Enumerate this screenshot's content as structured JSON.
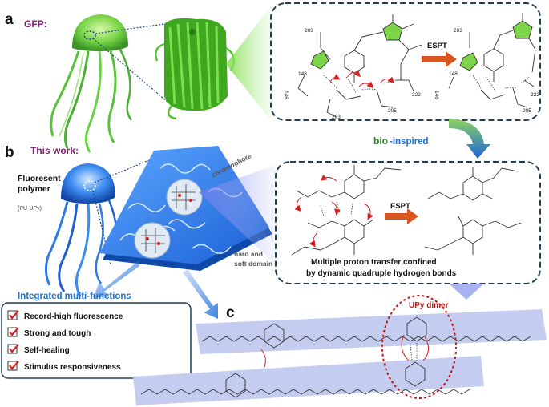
{
  "panels": {
    "a": "a",
    "b": "b",
    "c": "c"
  },
  "labels": {
    "gfp": "GFP:",
    "this_work": "This work:",
    "polymer_line1": "Fluoresent",
    "polymer_line2": "polymer",
    "polymer_abbr": "(PU-UPy)",
    "chromophore": "chromophore",
    "hard_soft_1": "hard and",
    "hard_soft_2": "soft domain",
    "bio": "bio",
    "inspired": "-inspired",
    "integrated": "Integrated multi-functions",
    "upy_dimer": "UPy dimer"
  },
  "esp_top": "ESPT",
  "esp_bottom": "ESPT",
  "caption_line1": "Multiple proton transfer confined",
  "caption_line2": "by dynamic quadruple hydrogen bonds",
  "features": [
    {
      "label": "Record-high fluorescence"
    },
    {
      "label": "Strong and tough"
    },
    {
      "label": "Self-healing"
    },
    {
      "label": "Stimulus responsiveness"
    }
  ],
  "residues": {
    "left": [
      "203",
      "148",
      "146",
      "203",
      "205",
      "222"
    ],
    "right": [
      "203",
      "148",
      "146",
      "205",
      "222"
    ]
  },
  "colors": {
    "panel_border": "#1f3f56",
    "gfp_green": "#3fbf2a",
    "polymer_blue": "#2a78e0",
    "chain_band": "#c4cdf0",
    "arrow_orange": "#d9541e",
    "dimer_red": "#c01818"
  }
}
